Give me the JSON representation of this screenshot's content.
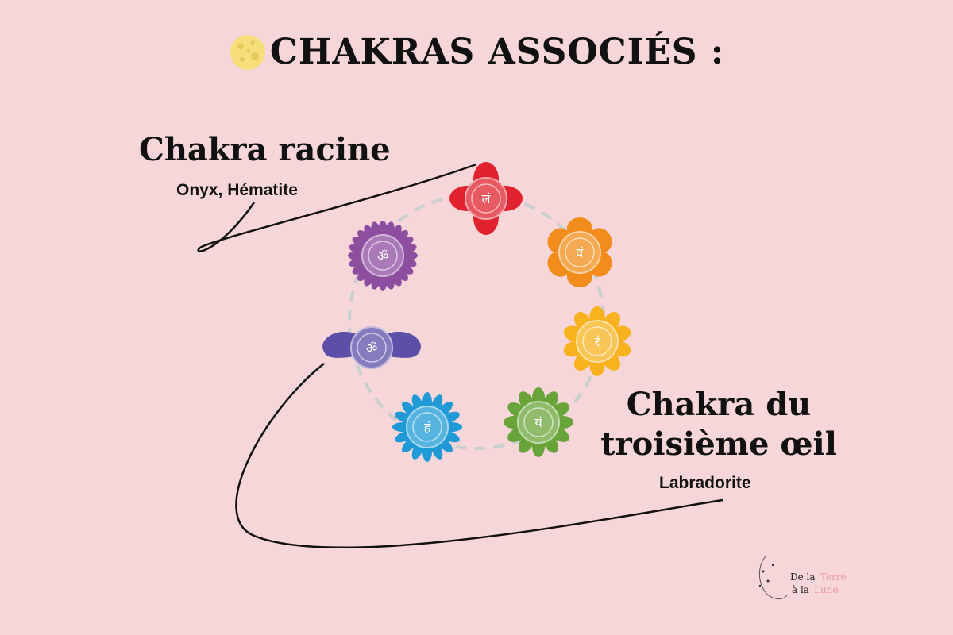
{
  "title": "CHAKRAS ASSOCIÉS :",
  "icons": {
    "title_icon": "full-moon-icon"
  },
  "labels": {
    "root": {
      "title": "Chakra racine",
      "stones": "Onyx, Hématite"
    },
    "third_eye": {
      "title_line1": "Chakra du",
      "title_line2": "troisième œil",
      "stones": "Labradorite"
    }
  },
  "chakras": [
    {
      "name": "root",
      "color": "#e0232e",
      "symbol": "लं"
    },
    {
      "name": "sacral",
      "color": "#f28c1a",
      "symbol": "वं"
    },
    {
      "name": "solar-plexus",
      "color": "#f7b21e",
      "symbol": "रं"
    },
    {
      "name": "heart",
      "color": "#69a43a",
      "symbol": "यं"
    },
    {
      "name": "throat",
      "color": "#1f9ad6",
      "symbol": "हं"
    },
    {
      "name": "third-eye",
      "color": "#5d4fa8",
      "symbol": "ॐ"
    },
    {
      "name": "crown",
      "color": "#8e4ea0",
      "symbol": "ॐ"
    }
  ],
  "logo": {
    "line1a": "De la",
    "line1b": "Terre",
    "line2a": "à la",
    "line2b": "Lune"
  }
}
